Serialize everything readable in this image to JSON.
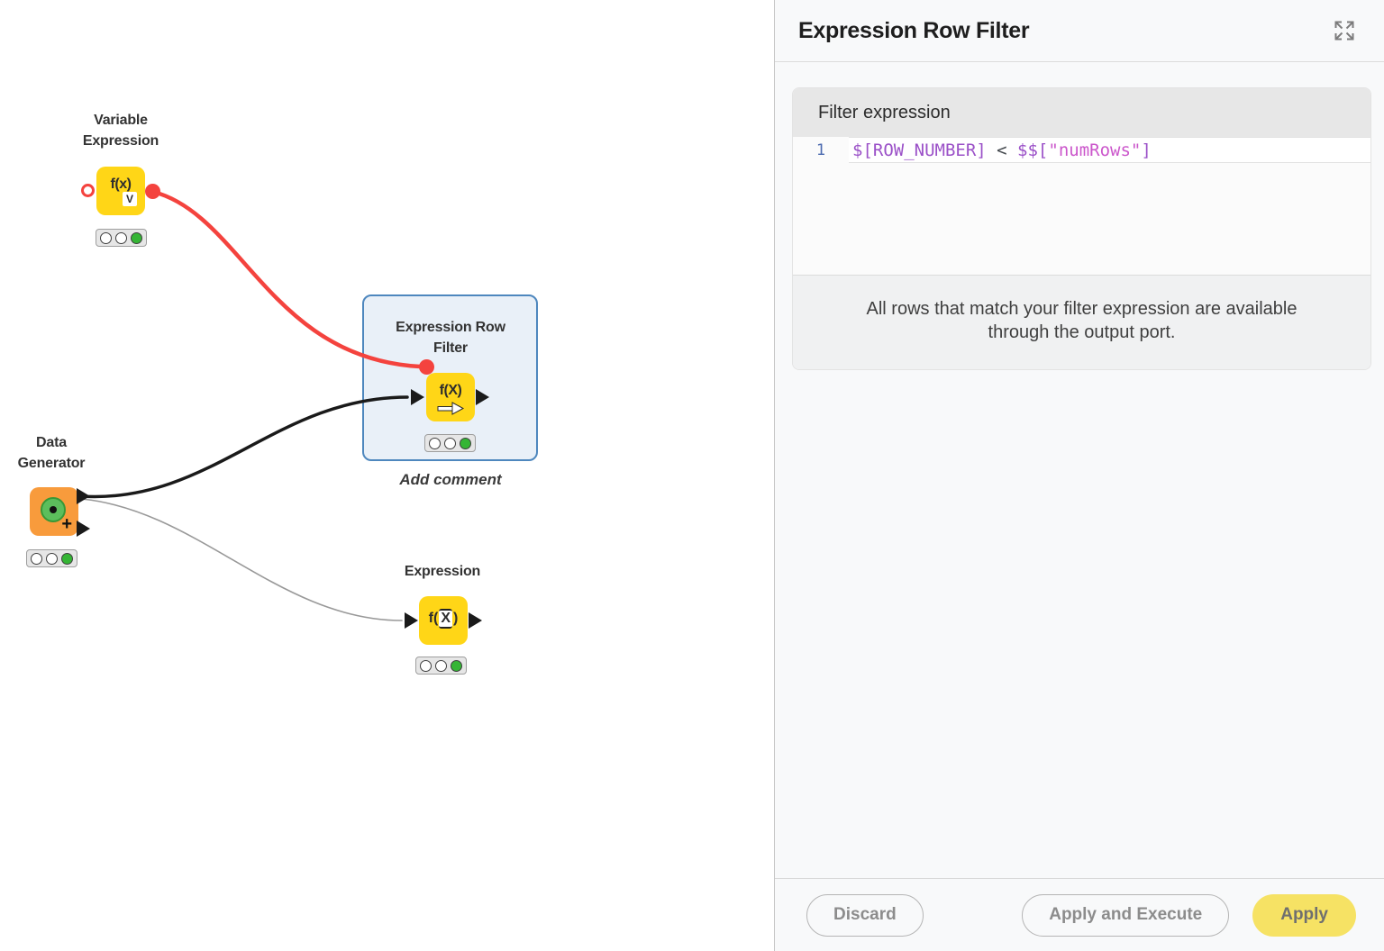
{
  "colors": {
    "node_yellow": "#FFD617",
    "node_orange": "#F89B3C",
    "connection_red": "#F4433E",
    "selection_border": "#4E87BE",
    "selection_bg": "#E9F0F8",
    "status_green": "#35B535",
    "apply_button_yellow": "#F6E264",
    "code_ref_purple": "#9B51C8",
    "code_string_magenta": "#CB56CB"
  },
  "canvas": {
    "variable_expression": {
      "label1": "Variable",
      "label2": "Expression",
      "icon": "f(x)",
      "badge": "V",
      "status": "executed"
    },
    "data_generator": {
      "label1": "Data",
      "label2": "Generator",
      "status": "executed"
    },
    "expression_row_filter": {
      "label1": "Expression Row",
      "label2": "Filter",
      "icon": "f(X)",
      "comment": "Add comment",
      "selected": true,
      "status": "executed"
    },
    "expression": {
      "label": "Expression",
      "icon_f": "f(",
      "icon_x": "X",
      "icon_close": ")",
      "status": "executed"
    }
  },
  "panel": {
    "title": "Expression Row Filter",
    "card": {
      "header": "Filter expression",
      "editor": {
        "line_number": "1",
        "expression": "$[ROW_NUMBER] < $$[\"numRows\"]",
        "tokens": [
          {
            "text": "$[ROW_NUMBER]",
            "type": "ref"
          },
          {
            "text": " < ",
            "type": "op"
          },
          {
            "text": "$$[",
            "type": "ref"
          },
          {
            "text": "\"numRows\"",
            "type": "str"
          },
          {
            "text": "]",
            "type": "ref"
          }
        ]
      },
      "help_line1": "All rows that match your filter expression are available",
      "help_line2": "through the output port."
    },
    "footer": {
      "discard": "Discard",
      "apply_execute": "Apply and Execute",
      "apply": "Apply"
    }
  }
}
